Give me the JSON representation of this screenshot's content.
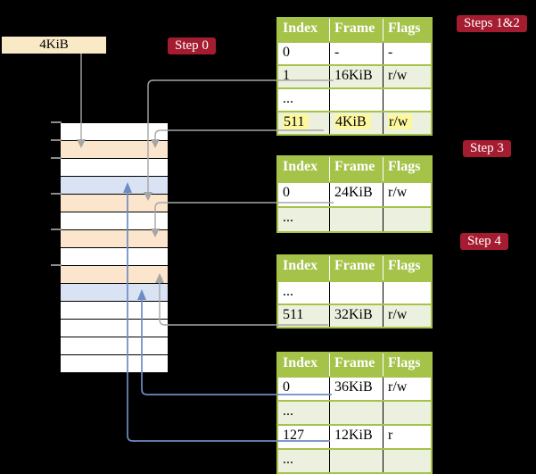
{
  "palette": {
    "background": "#000000",
    "table_header_green": "#a5c249",
    "table_row_green": "#ebf1de",
    "table_border_green": "#a5c249",
    "memory_page_table": "#fce5cd",
    "memory_data_page": "#dae3f3",
    "memory_free": "#ffffff",
    "highlight_yellow": "#fdf89e",
    "step_badge_red": "#a51c30",
    "page_size_box_cream": "#fae9c5",
    "connector_gray": "#a6a6a6",
    "connector_blue": "#6e8cc3",
    "tick_gray": "#8c8c8c"
  },
  "page_size_box": {
    "label": "4KiB"
  },
  "step_labels": {
    "step0": "Step 0",
    "steps_1_2": "Steps 1&2",
    "step3": "Step 3",
    "step4": "Step 4"
  },
  "memory_column": {
    "rows": [
      {
        "type": "free"
      },
      {
        "type": "page_table"
      },
      {
        "type": "free"
      },
      {
        "type": "data_page"
      },
      {
        "type": "page_table"
      },
      {
        "type": "free"
      },
      {
        "type": "page_table"
      },
      {
        "type": "free"
      },
      {
        "type": "page_table"
      },
      {
        "type": "data_page"
      },
      {
        "type": "free"
      },
      {
        "type": "free"
      },
      {
        "type": "free"
      },
      {
        "type": "free"
      }
    ]
  },
  "tables": [
    {
      "id": "page-table-1",
      "headers": [
        "Index",
        "Frame",
        "Flags"
      ],
      "rows": [
        {
          "cells": [
            "0",
            "-",
            "-"
          ],
          "shaded": false,
          "highlight": false
        },
        {
          "cells": [
            "1",
            "16KiB",
            "r/w"
          ],
          "shaded": true,
          "highlight": false
        },
        {
          "cells": [
            "...",
            "",
            ""
          ],
          "shaded": false,
          "highlight": false
        },
        {
          "cells": [
            "511",
            "4KiB",
            "r/w"
          ],
          "shaded": true,
          "highlight": true
        }
      ]
    },
    {
      "id": "page-table-2",
      "headers": [
        "Index",
        "Frame",
        "Flags"
      ],
      "rows": [
        {
          "cells": [
            "0",
            "24KiB",
            "r/w"
          ],
          "shaded": false,
          "highlight": false
        },
        {
          "cells": [
            "...",
            "",
            ""
          ],
          "shaded": true,
          "highlight": false
        }
      ]
    },
    {
      "id": "page-table-3",
      "headers": [
        "Index",
        "Frame",
        "Flags"
      ],
      "rows": [
        {
          "cells": [
            "...",
            "",
            ""
          ],
          "shaded": false,
          "highlight": false
        },
        {
          "cells": [
            "511",
            "32KiB",
            "r/w"
          ],
          "shaded": true,
          "highlight": false
        }
      ]
    },
    {
      "id": "page-table-4",
      "headers": [
        "Index",
        "Frame",
        "Flags"
      ],
      "rows": [
        {
          "cells": [
            "0",
            "36KiB",
            "r/w"
          ],
          "shaded": false,
          "highlight": false
        },
        {
          "cells": [
            "...",
            "",
            ""
          ],
          "shaded": true,
          "highlight": false
        },
        {
          "cells": [
            "127",
            "12KiB",
            "r"
          ],
          "shaded": false,
          "highlight": false
        },
        {
          "cells": [
            "...",
            "",
            ""
          ],
          "shaded": true,
          "highlight": false
        }
      ]
    }
  ]
}
